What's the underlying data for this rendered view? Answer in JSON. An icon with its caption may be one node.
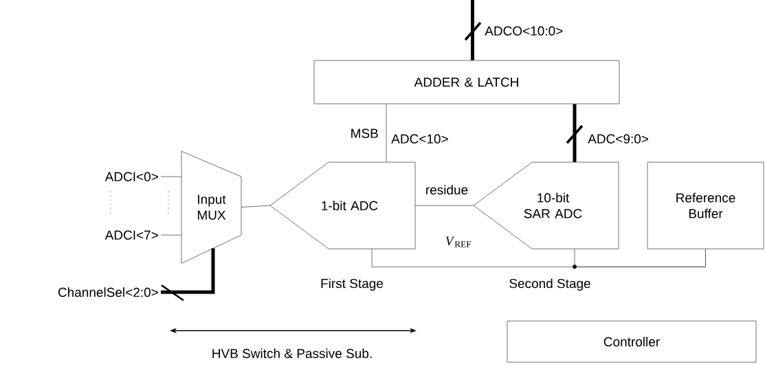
{
  "diagram": {
    "nodes": [
      {
        "text": [
          "ADDER & LATCH"
        ]
      },
      {
        "text": [
          "Input MUX"
        ]
      },
      {
        "text": [
          "1-bit ADC"
        ]
      },
      {
        "text": [
          "10-bit SAR ADC"
        ]
      },
      {
        "text": [
          "Reference Buffer"
        ]
      },
      {
        "text": [
          "Controller"
        ]
      },
      {
        "text": [
          "ADCI<0>"
        ]
      },
      {
        "text": [
          "ADCI<7>"
        ]
      },
      {
        "text": [
          "ChannelSel<2:0>"
        ]
      }
    ],
    "edges": [
      {
        "from": 6,
        "to": 1,
        "arrow": "none"
      },
      {
        "from": 7,
        "to": 1,
        "arrow": "none"
      },
      {
        "from": 8,
        "to": 1,
        "arrow": "none",
        "style": "thick"
      },
      {
        "from": 1,
        "to": 2,
        "arrow": "none"
      },
      {
        "from": 2,
        "to": 3,
        "arrow": "none",
        "label": "residue"
      },
      {
        "from": 2,
        "to": 0,
        "arrow": "none",
        "label": "ADC<10>"
      },
      {
        "from": 3,
        "to": 0,
        "arrow": "none",
        "style": "thick",
        "label": "ADC<9:0>"
      },
      {
        "from": 0,
        "to": null,
        "arrow": "none",
        "style": "thick",
        "label": "ADCO<10:0>"
      },
      {
        "from": 4,
        "to": 2,
        "arrow": "none"
      },
      {
        "from": 4,
        "to": 3,
        "arrow": "none"
      }
    ],
    "labels": [
      "MSB",
      "*V*$_{REF}$",
      "First Stage",
      "Second Stage",
      "HVB Switch & Passive Sub."
    ]
  }
}
